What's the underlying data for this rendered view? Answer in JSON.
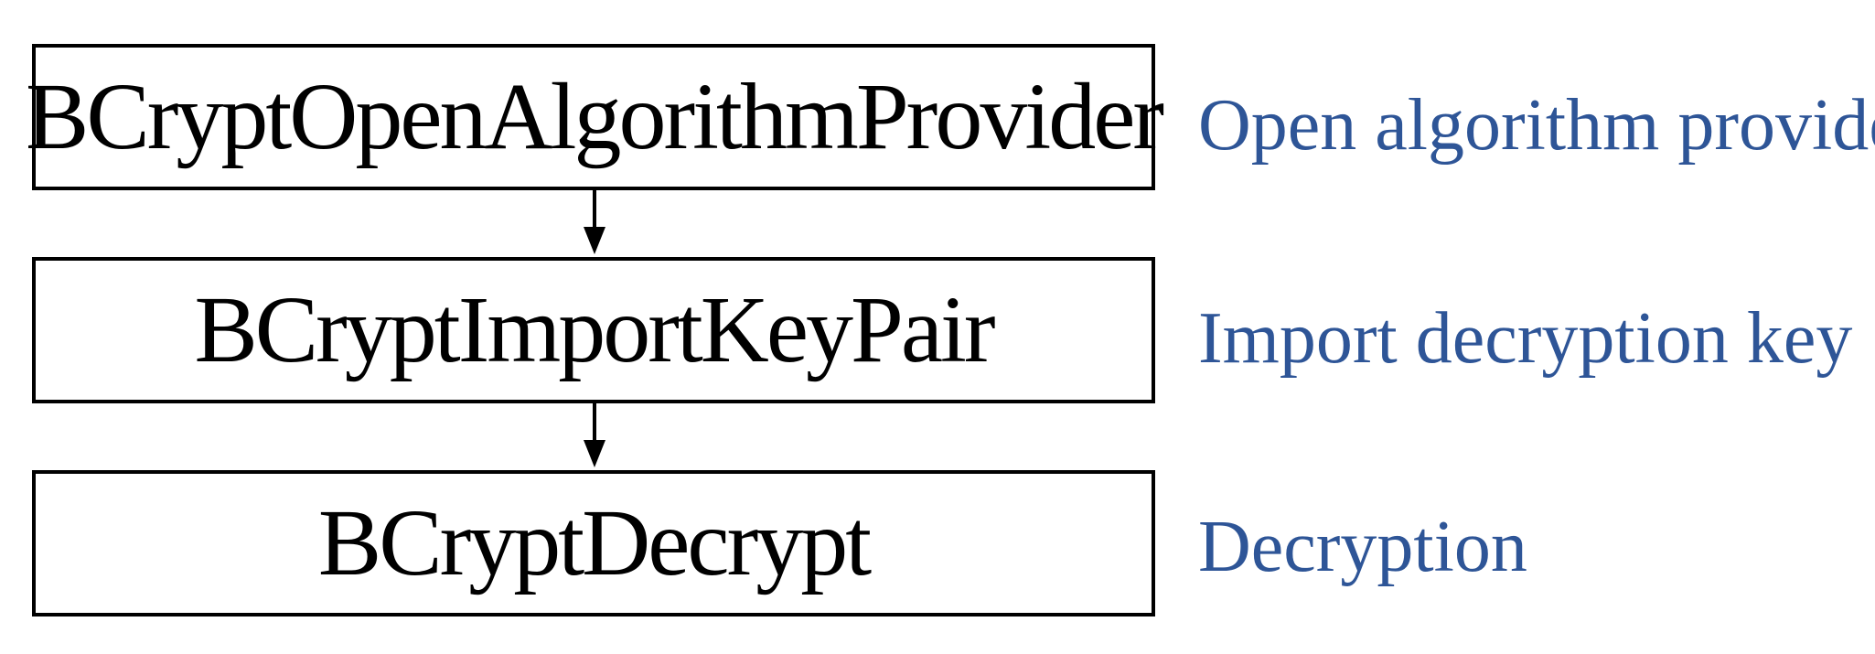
{
  "colors": {
    "box_border": "#000000",
    "function_text": "#000000",
    "description_text": "#2e5597",
    "arrow": "#000000"
  },
  "steps": [
    {
      "function": "BCryptOpenAlgorithmProvider",
      "description": "Open algorithm provider"
    },
    {
      "function": "BCryptImportKeyPair",
      "description": "Import decryption key"
    },
    {
      "function": "BCryptDecrypt",
      "description": "Decryption"
    }
  ]
}
